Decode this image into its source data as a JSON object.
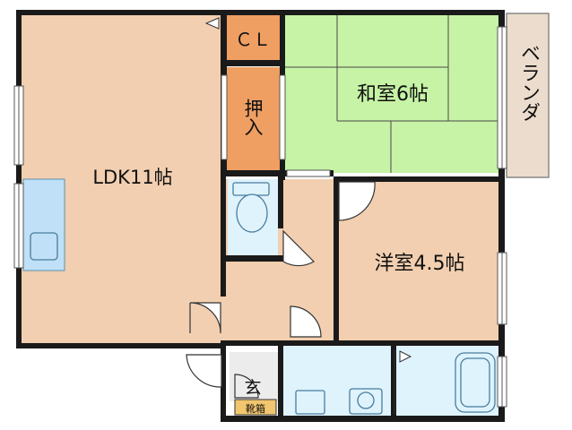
{
  "rooms": {
    "ldk": "LDK11帖",
    "closet": "ＣＬ",
    "oshiire": "押入",
    "washitsu": "和室6帖",
    "veranda": "ベランダ",
    "youshitsu": "洋室4.5帖",
    "genkan": "玄",
    "shoe_cabinet": "靴箱"
  },
  "colors": {
    "ldk": "#f2cfb0",
    "washitsu": "#c6f3a5",
    "youshitsu": "#f2cfb0",
    "closet": "#ef9f62",
    "veranda": "#ecdccd",
    "wet": "#def3fc",
    "wall": "#1a1a1a"
  }
}
